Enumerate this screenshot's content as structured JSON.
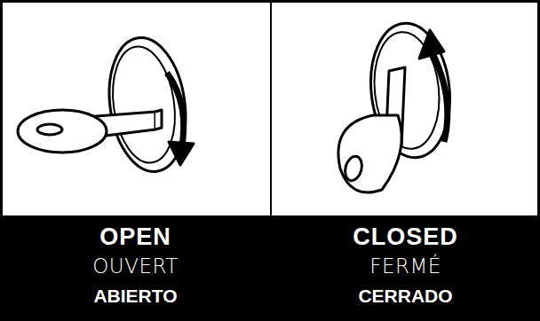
{
  "diagram": {
    "nodes": [
      {
        "text": [
          "OPEN",
          "OUVERT",
          "ABIERTO"
        ]
      },
      {
        "text": [
          "CLOSED",
          "FERMÉ",
          "CERRADO"
        ]
      }
    ]
  }
}
